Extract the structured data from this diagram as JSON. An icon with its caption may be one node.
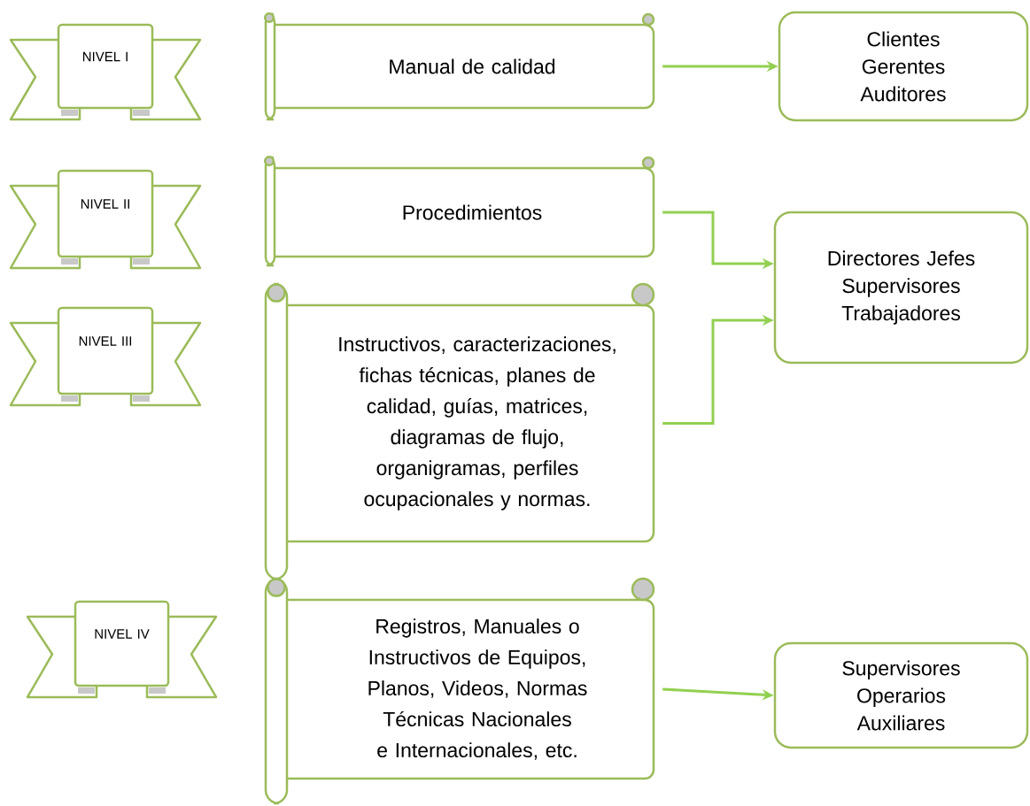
{
  "diagram": {
    "nodes": [
      {
        "text": [
          "NIVEL I"
        ]
      },
      {
        "text": [
          "Manual de calidad"
        ]
      },
      {
        "text": [
          "Clientes Gerentes Auditores"
        ]
      },
      {
        "text": [
          "NIVEL II"
        ]
      },
      {
        "text": [
          "Procedimientos"
        ]
      },
      {
        "text": [
          "Directores Jefes Supervisores Trabajadores"
        ]
      },
      {
        "text": [
          "NIVEL III"
        ]
      },
      {
        "text": [
          "Instructivos, caracterizaciones, fichas técnicas, planes de calidad, guías, matrices, diagramas de flujo, organigramas, perfiles ocupacionales y normas."
        ]
      },
      {
        "text": [
          "NIVEL IV"
        ]
      },
      {
        "text": [
          "Registros, Manuales o Instructivos de Equipos, Planos, Videos, Normas Técnicas Nacionales e Internacionales, etc."
        ]
      },
      {
        "text": [
          "Supervisores Operarios Auxiliares"
        ]
      }
    ],
    "edges": [
      {
        "from": 1,
        "to": 2,
        "arrow": "to"
      },
      {
        "from": 4,
        "to": 5,
        "arrow": "to"
      },
      {
        "from": 7,
        "to": 5,
        "arrow": "to"
      },
      {
        "from": 9,
        "to": 10,
        "arrow": "to"
      }
    ]
  }
}
